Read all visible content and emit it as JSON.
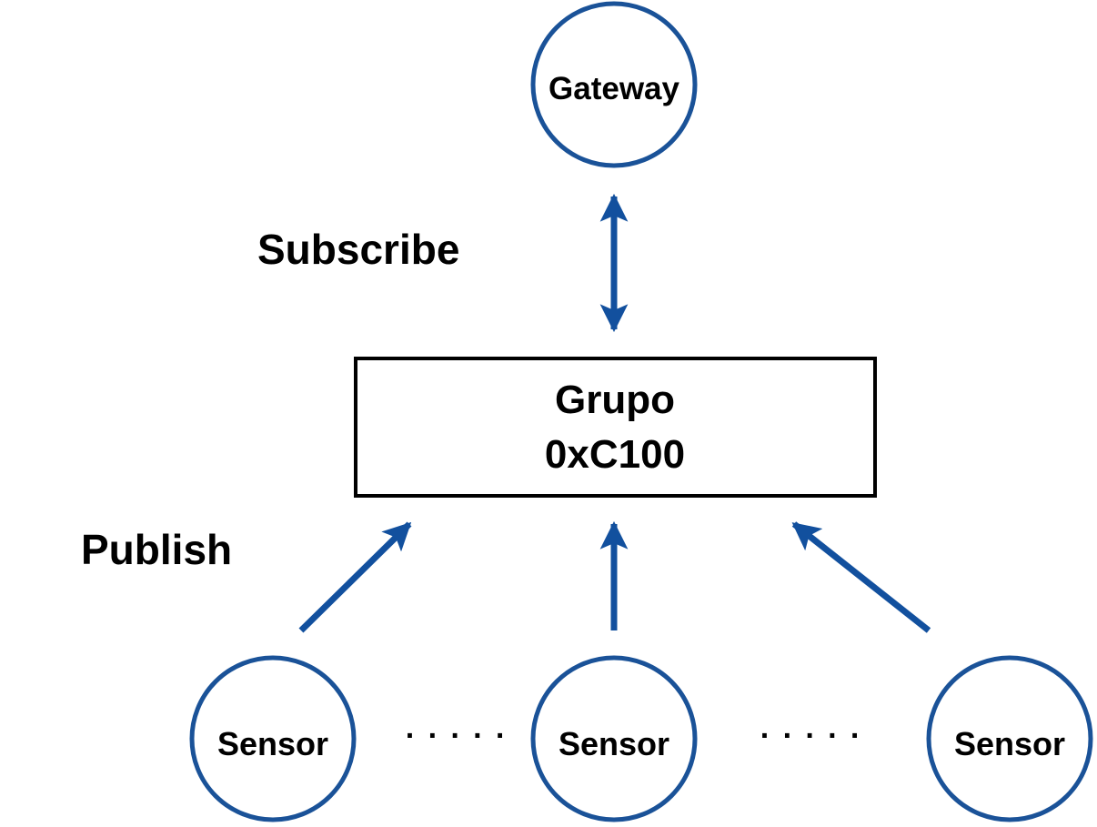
{
  "colors": {
    "node_stroke": "#1a5298",
    "arrow": "#12509e",
    "box_stroke": "#000000",
    "text": "#000000"
  },
  "nodes": {
    "gateway": {
      "label": "Gateway"
    },
    "group": {
      "line1": "Grupo",
      "line2": "0xC100"
    },
    "sensor_left": {
      "label": "Sensor"
    },
    "sensor_center": {
      "label": "Sensor"
    },
    "sensor_right": {
      "label": "Sensor"
    }
  },
  "edge_labels": {
    "subscribe": "Subscribe",
    "publish": "Publish"
  },
  "ellipsis": {
    "left": "· · · · ·",
    "right": "· · · · ·"
  }
}
